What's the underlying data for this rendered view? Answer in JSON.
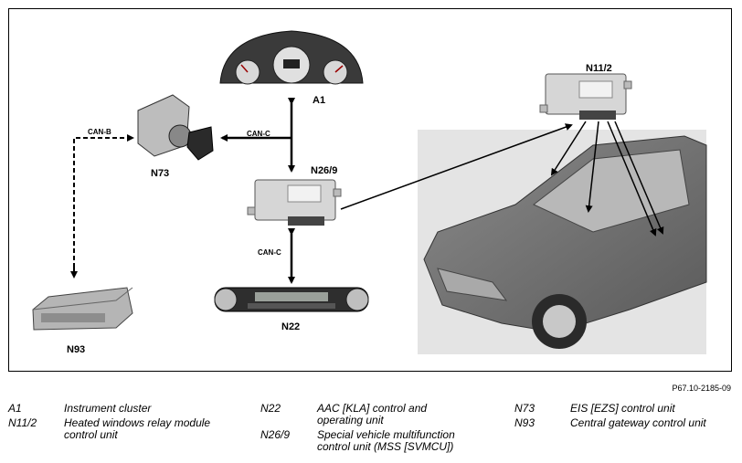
{
  "components": {
    "a1": "A1",
    "n11_2": "N11/2",
    "n26_9": "N26/9",
    "n73": "N73",
    "n22": "N22",
    "n93": "N93"
  },
  "buses": {
    "can_b": "CAN-B",
    "can_c_upper": "CAN-C",
    "can_c_lower": "CAN-C"
  },
  "figure_ref": "P67.10-2185-09",
  "legend": [
    {
      "code": "A1",
      "desc": "Instrument cluster"
    },
    {
      "code": "N11/2",
      "desc": "Heated windows relay module control unit"
    },
    {
      "code": "N22",
      "desc": "AAC [KLA] control and operating unit"
    },
    {
      "code": "N26/9",
      "desc": "Special vehicle multifunction control unit (MSS [SVMCU])"
    },
    {
      "code": "N73",
      "desc": "EIS [EZS] control unit"
    },
    {
      "code": "N93",
      "desc": "Central gateway control unit"
    }
  ]
}
